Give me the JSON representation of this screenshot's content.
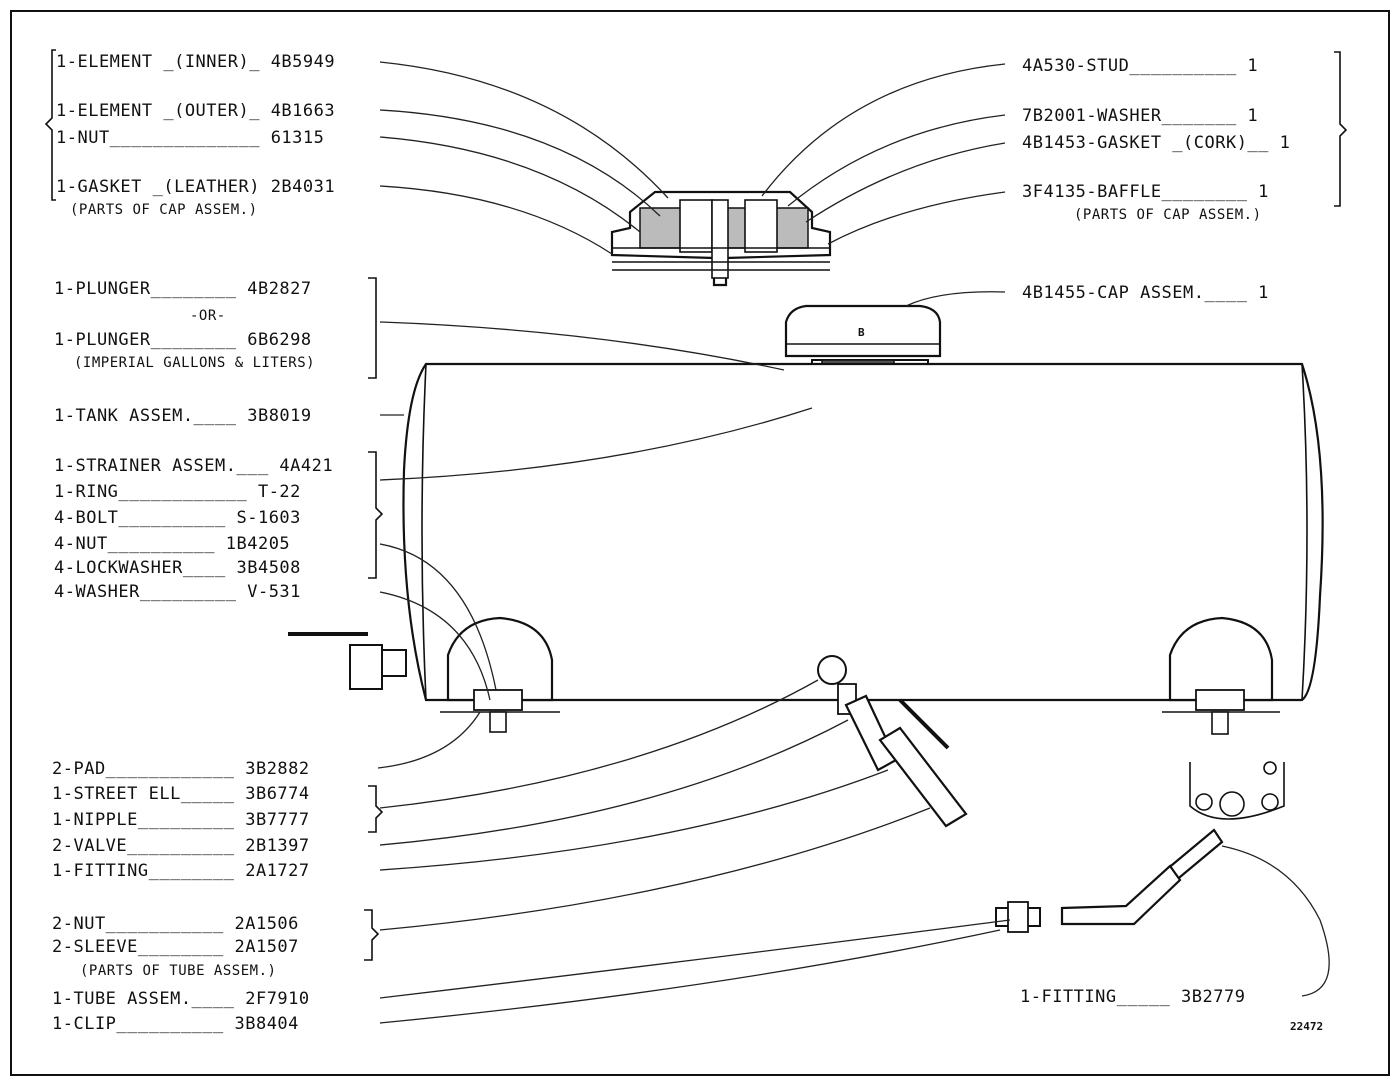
{
  "figure_number": "22472",
  "cap_assembly_note": "(PARTS OF CAP ASSEM.)",
  "tube_assembly_note": "(PARTS OF TUBE ASSEM.)",
  "plunger_or": "-OR-",
  "plunger_note": "(IMPERIAL GALLONS & LITERS)",
  "cap_stamp": "B",
  "left_labels": [
    {
      "name": "element-inner",
      "text": "1-ELEMENT _(INNER)_ 4B5949"
    },
    {
      "name": "element-outer",
      "text": "1-ELEMENT _(OUTER)_ 4B1663"
    },
    {
      "name": "nut-61315",
      "text": "1-NUT______________ 61315"
    },
    {
      "name": "gasket-leather",
      "text": "1-GASKET _(LEATHER) 2B4031"
    },
    {
      "name": "plunger-4b2827",
      "text": "1-PLUNGER________ 4B2827"
    },
    {
      "name": "plunger-6b6298",
      "text": "1-PLUNGER________ 6B6298"
    },
    {
      "name": "tank-assem",
      "text": "1-TANK ASSEM.____ 3B8019"
    },
    {
      "name": "strainer-assem",
      "text": "1-STRAINER ASSEM.___ 4A421"
    },
    {
      "name": "ring",
      "text": "1-RING____________ T-22"
    },
    {
      "name": "bolt",
      "text": "4-BOLT__________ S-1603"
    },
    {
      "name": "nut-1b4205",
      "text": "4-NUT__________ 1B4205"
    },
    {
      "name": "lockwasher",
      "text": "4-LOCKWASHER____ 3B4508"
    },
    {
      "name": "washer-v531",
      "text": "4-WASHER_________ V-531"
    },
    {
      "name": "pad",
      "text": "2-PAD____________ 3B2882"
    },
    {
      "name": "street-ell",
      "text": "1-STREET ELL_____ 3B6774"
    },
    {
      "name": "nipple",
      "text": "1-NIPPLE_________ 3B7777"
    },
    {
      "name": "valve",
      "text": "2-VALVE__________ 2B1397"
    },
    {
      "name": "fitting-2a1727",
      "text": "1-FITTING________ 2A1727"
    },
    {
      "name": "nut-2a1506",
      "text": "2-NUT___________ 2A1506"
    },
    {
      "name": "sleeve",
      "text": "2-SLEEVE________ 2A1507"
    },
    {
      "name": "tube-assem",
      "text": "1-TUBE ASSEM.____ 2F7910"
    },
    {
      "name": "clip",
      "text": "1-CLIP__________ 3B8404"
    }
  ],
  "right_labels": [
    {
      "name": "stud",
      "text": "4A530-STUD__________ 1"
    },
    {
      "name": "washer-7b2001",
      "text": "7B2001-WASHER_______ 1"
    },
    {
      "name": "gasket-cork",
      "text": "4B1453-GASKET _(CORK)__ 1"
    },
    {
      "name": "baffle",
      "text": "3F4135-BAFFLE________ 1"
    },
    {
      "name": "cap-assem",
      "text": "4B1455-CAP ASSEM.____ 1"
    },
    {
      "name": "fitting-3b2779",
      "text": "1-FITTING_____ 3B2779"
    }
  ]
}
